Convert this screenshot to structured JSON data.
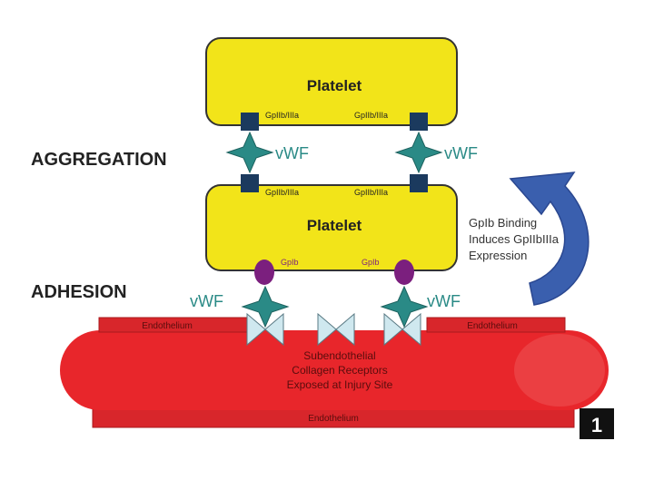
{
  "section_labels": {
    "aggregation": "AGGREGATION",
    "adhesion": "ADHESION"
  },
  "platelets": [
    {
      "label": "Platelet",
      "receptor_top_left": "",
      "receptor_top_right": "",
      "receptor_bottom_left": "GpIIb/IIIa",
      "receptor_bottom_right": "GpIIb/IIIa"
    },
    {
      "label": "Platelet",
      "receptor_top_left": "GpIIb/IIIa",
      "receptor_top_right": "GpIIb/IIIa",
      "receptor_bottom_left": "GpIb",
      "receptor_bottom_right": "GpIb"
    }
  ],
  "vwf_label": "vWF",
  "arrow_caption": [
    "GpIb Binding",
    "Induces GpIIbIIIa",
    "Expression"
  ],
  "vessel": {
    "endothelium_label": "Endothelium",
    "subendothelial_text": [
      "Subendothelial",
      "Collagen Receptors",
      "Exposed at Injury Site"
    ]
  },
  "figure_number": "1",
  "colors": {
    "platelet_fill": "#f2e419",
    "platelet_stroke": "#333333",
    "receptor_square": "#1b3a5e",
    "vwf_star": "#2a8a86",
    "gpib_oval": "#7b1f7e",
    "collagen_bowtie": "#cfe8ef",
    "vessel_red": "#e8262b",
    "endothelium_red": "#d8262b",
    "arrow_blue": "#3a5fae"
  }
}
